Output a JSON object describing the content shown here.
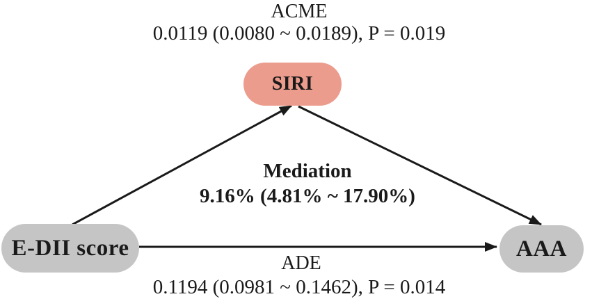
{
  "figure": {
    "background": "#ffffff",
    "colors": {
      "mediator_fill": "#EC9C8D",
      "node_fill": "#C5C5C5",
      "line": "#1A1A1A",
      "text": "#1A1A1A"
    },
    "nodes": {
      "mediator": "SIRI",
      "exposure": "E-DII score",
      "outcome": "AAA"
    },
    "acme": {
      "label": "ACME",
      "value": "0.0119 (0.0080 ~ 0.0189), P = 0.019"
    },
    "mediation": {
      "label": "Mediation",
      "value": "9.16% (4.81% ~ 17.90%)"
    },
    "ade": {
      "label": "ADE",
      "value": "0.1194 (0.0981 ~ 0.1462), P = 0.014"
    }
  }
}
